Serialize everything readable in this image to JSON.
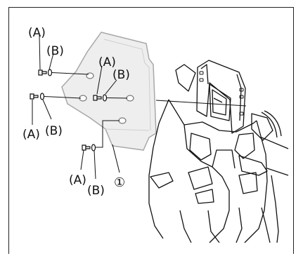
{
  "labels": {
    "A": "(A)",
    "B": "(B)",
    "one": "①"
  },
  "colors": {
    "line": "#111111",
    "windscreen_fill": "#ececec",
    "windscreen_stroke": "#a9a9a9"
  },
  "icons": {
    "windscreen": "windscreen-part",
    "bolt": "bolt-icon",
    "washer": "washer-icon",
    "motorcycle": "motorcycle-front-view"
  }
}
